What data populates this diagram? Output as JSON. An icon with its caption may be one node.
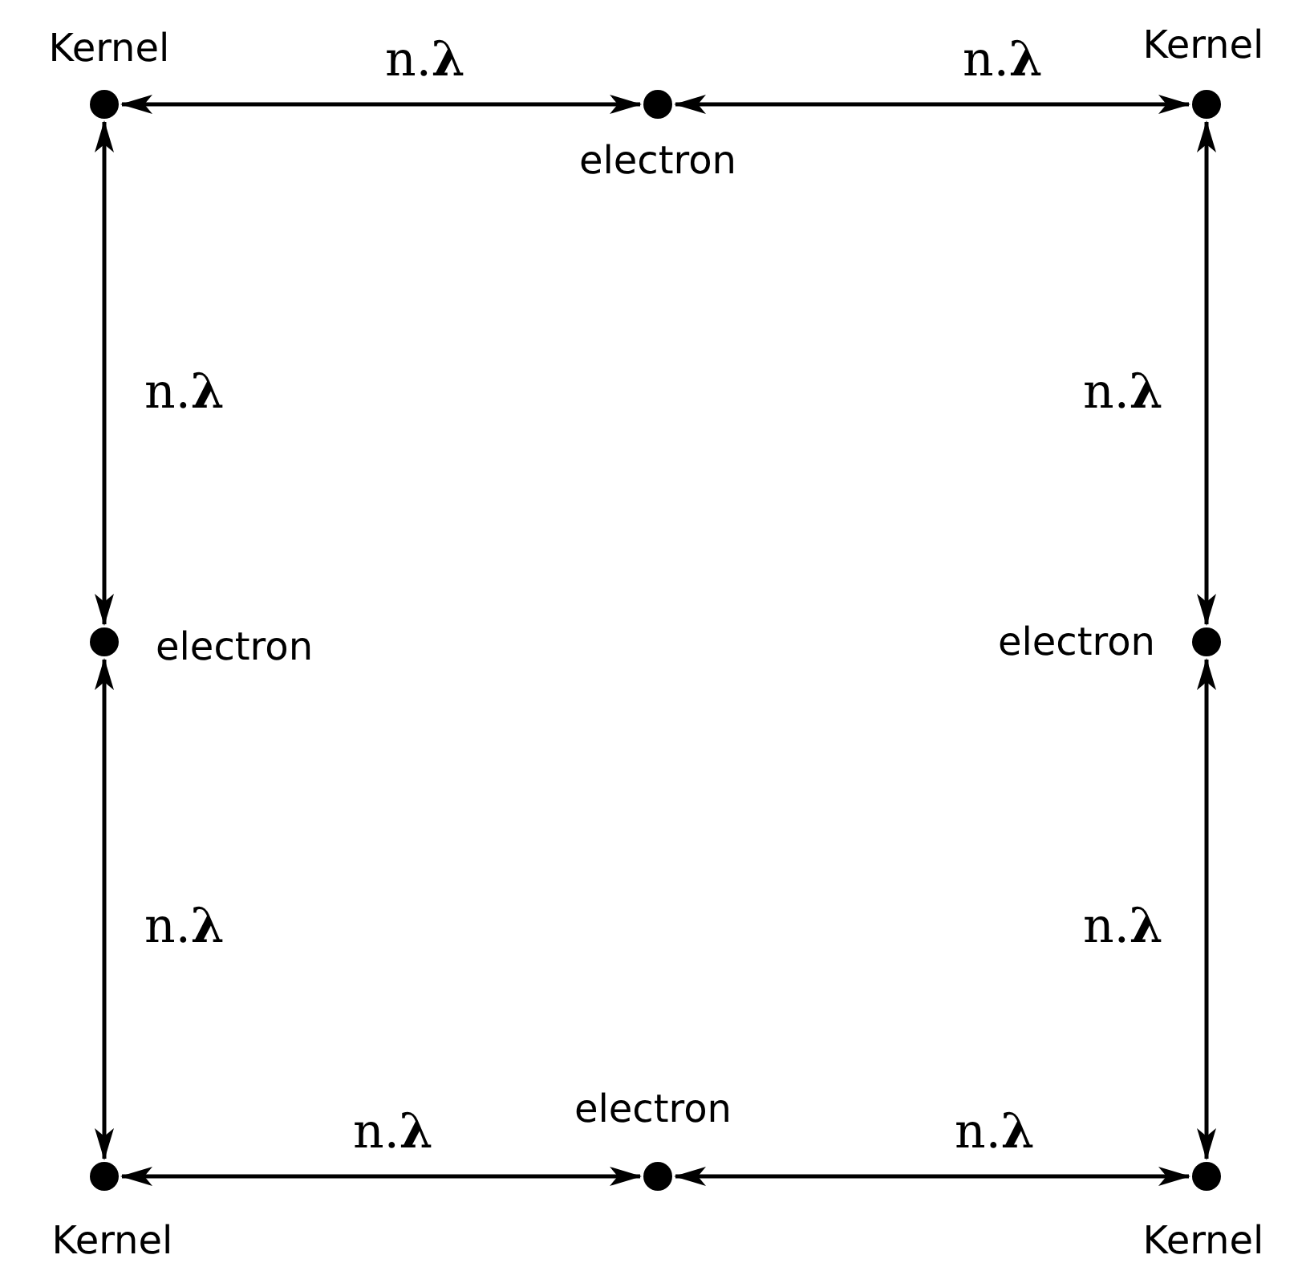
{
  "diagram": {
    "nodes": [
      {
        "text": [
          "Kernel"
        ]
      },
      {
        "text": [
          "electron"
        ]
      },
      {
        "text": [
          "Kernel"
        ]
      },
      {
        "text": [
          "electron"
        ]
      },
      {
        "text": [
          "electron"
        ]
      },
      {
        "text": [
          "electron"
        ]
      },
      {
        "text": [
          "Kernel"
        ]
      },
      {
        "text": [
          "Kernel"
        ]
      }
    ],
    "edges": [
      {
        "from": 0,
        "to": 1,
        "arrow": "both",
        "label": "n.**λ**"
      },
      {
        "from": 1,
        "to": 2,
        "arrow": "both",
        "label": "n.**λ**"
      },
      {
        "from": 0,
        "to": 3,
        "arrow": "both",
        "label": "n.**λ**"
      },
      {
        "from": 2,
        "to": 4,
        "arrow": "both",
        "label": "n.**λ**"
      },
      {
        "from": 3,
        "to": 6,
        "arrow": "both",
        "label": "n.**λ**"
      },
      {
        "from": 4,
        "to": 7,
        "arrow": "both",
        "label": "n.**λ**"
      },
      {
        "from": 6,
        "to": 5,
        "arrow": "both",
        "label": "n.**λ**"
      },
      {
        "from": 5,
        "to": 7,
        "arrow": "both",
        "label": "n.**λ**"
      }
    ]
  }
}
